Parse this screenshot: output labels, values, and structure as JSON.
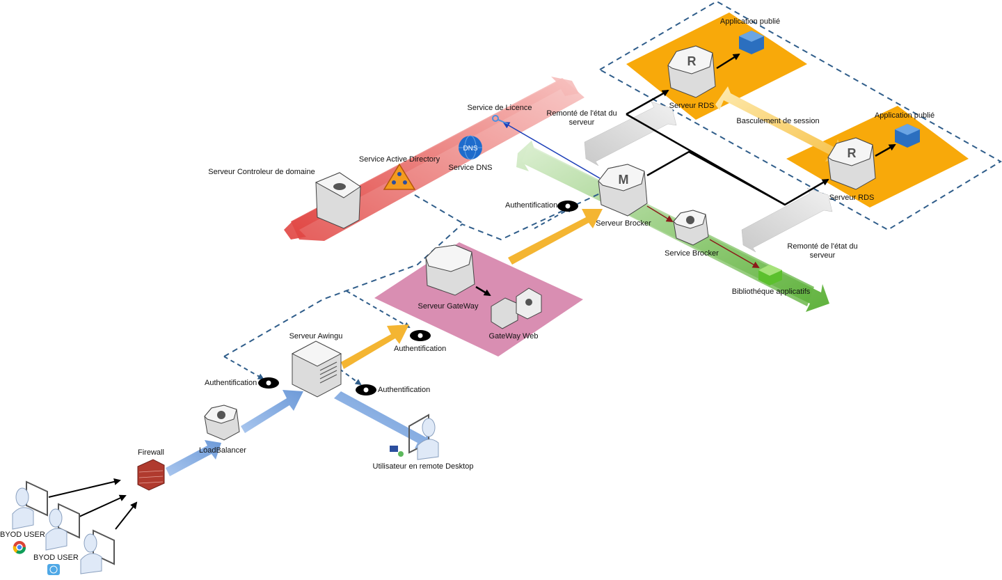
{
  "labels": {
    "app_publie_1": "Application publié",
    "app_publie_2": "Application publié",
    "serveur_rds_1": "Serveur RDS",
    "serveur_rds_2": "Serveur RDS",
    "basculement": "Basculement de session",
    "service_licence": "Service de Licence",
    "remonte_1": "Remonté de l'état du\nserveur",
    "remonte_2": "Remonté de l'état du\nserveur",
    "service_ad": "Service Active Directory",
    "service_dns": "Service DNS",
    "dns_badge": "DNS",
    "controleur": "Serveur Controleur de domaine",
    "auth_broker": "Authentification",
    "serveur_broker": "Serveur Brocker",
    "service_broker": "Service Brocker",
    "bibliotheque": "Bibliothéque applicatifs",
    "serveur_gateway": "Serveur GateWay",
    "gateway_web": "GateWay Web",
    "auth_gateway": "Authentification",
    "serveur_awingu": "Serveur Awingu",
    "auth_awingu": "Authentification",
    "auth_remote": "Authentification",
    "firewall": "Firewall",
    "loadbalancer": "LoadBalancer",
    "utilisateur_remote": "Utilisateur en remote Desktop",
    "byod_1": "BYOD USER",
    "byod_2": "BYOD USER",
    "rds_letter": "R",
    "broker_letter": "M"
  },
  "colors": {
    "orange_zone": "#f8a90a",
    "pink_zone": "#d27aa5",
    "red_arrow": "#e8605e",
    "green_arrow": "#7cc35c",
    "blue_arrow": "#8cb3e8",
    "yellow_arrow": "#f4b532",
    "dashed": "#2f5d8a",
    "blue_link": "#1c3fb8",
    "red_link": "#8b1a1a"
  }
}
